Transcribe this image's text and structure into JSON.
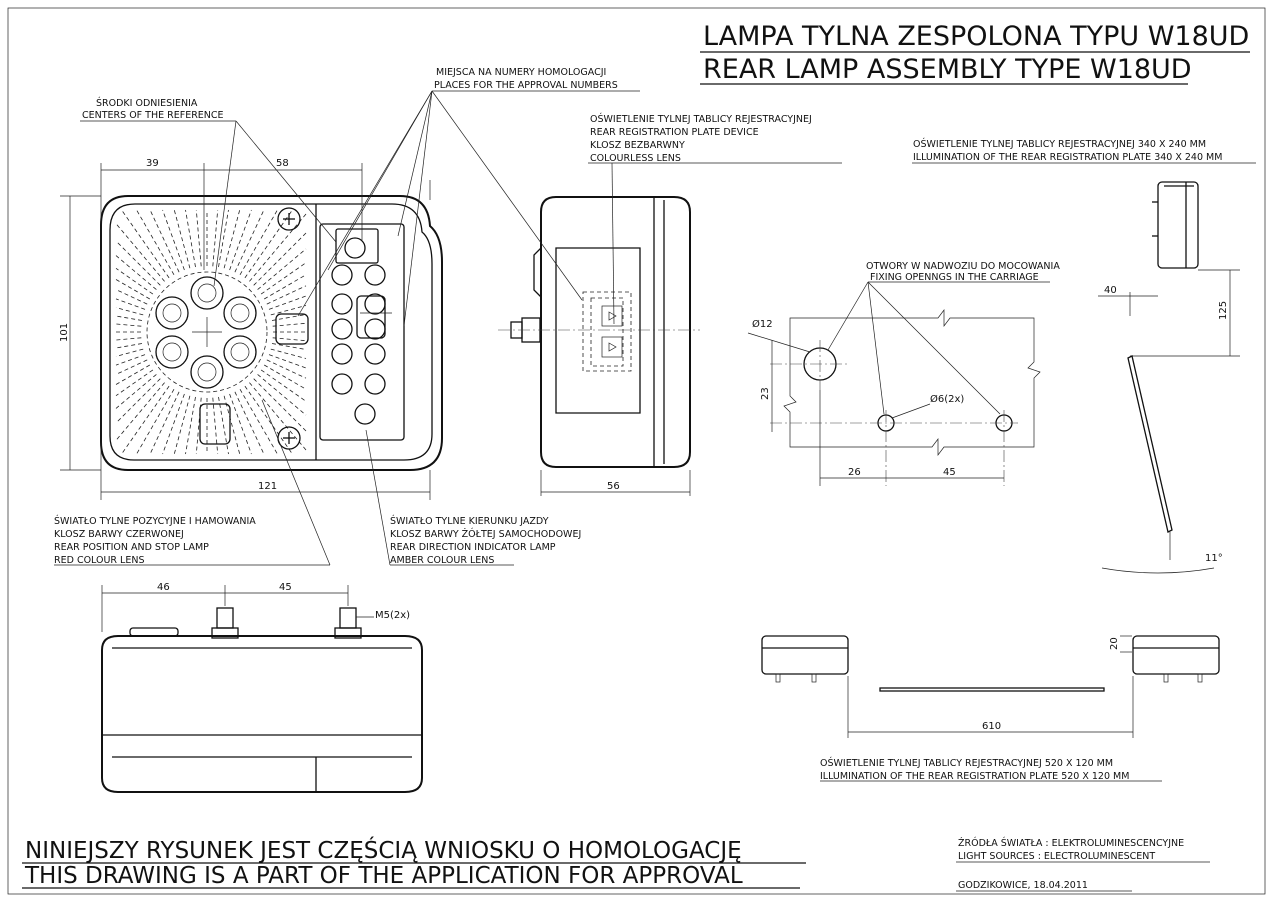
{
  "title": {
    "line1": "LAMPA TYLNA ZESPOLONA TYPU W18UD",
    "line2": "REAR LAMP ASSEMBLY TYPE W18UD"
  },
  "footer": {
    "line1": "NINIEJSZY RYSUNEK JEST CZĘŚCIĄ WNIOSKU O  HOMOLOGACJĘ",
    "line2": "THIS DRAWING IS A PART OF THE APPLICATION FOR  APPROVAL"
  },
  "light_sources": {
    "line1": "ŹRÓDŁA ŚWIATŁA : ELEKTROLUMINESCENCYJNE",
    "line2": "LIGHT SOURCES : ELECTROLUMINESCENT"
  },
  "place_date": "GODZIKOWICE,  18.04.2011",
  "labels": {
    "reference_centers": [
      "ŚRODKI ODNIESIENIA",
      "CENTERS OF THE REFERENCE"
    ],
    "approval_places": [
      "MIEJSCA NA NUMERY HOMOLOGACJI",
      "PLACES FOR THE APPROVAL NUMBERS"
    ],
    "registration_device": [
      "OŚWIETLENIE TYLNEJ TABLICY REJESTRACYJNEJ",
      "REAR REGISTRATION PLATE DEVICE",
      "KLOSZ BEZBARWNY",
      "COLOURLESS LENS"
    ],
    "plate_340": [
      "OŚWIETLENIE TYLNEJ TABLICY REJESTRACYJNEJ 340 X 240 MM",
      "ILLUMINATION OF THE REAR REGISTRATION PLATE 340 X 240 MM"
    ],
    "fixing_openings": [
      "OTWORY W NADWOZIU DO MOCOWANIA",
      "FIXING OPENNGS IN THE CARRIAGE"
    ],
    "position_stop": [
      "ŚWIATŁO TYLNE POZYCYJNE I HAMOWANIA",
      "KLOSZ BARWY CZERWONEJ",
      "REAR POSITION AND STOP LAMP",
      "RED COLOUR LENS"
    ],
    "direction_indicator": [
      "ŚWIATŁO TYLNE KIERUNKU JAZDY",
      "KLOSZ BARWY ŻÓŁTEJ SAMOCHODOWEJ",
      "REAR DIRECTION INDICATOR LAMP",
      "AMBER COLOUR LENS"
    ],
    "plate_520": [
      "OŚWIETLENIE TYLNEJ TABLICY REJESTRACYJNEJ 520 X 120 MM",
      "ILLUMINATION OF THE REAR REGISTRATION PLATE 520 X 120 MM"
    ]
  },
  "dimensions": {
    "d39": "39",
    "d58": "58",
    "d101": "101",
    "d121": "121",
    "d56": "56",
    "d46": "46",
    "d45_top": "45",
    "thread": "M5(2x)",
    "hole_big": "Ø12",
    "hole_small": "Ø6(2x)",
    "d23": "23",
    "d26": "26",
    "d45_holes": "45",
    "d40": "40",
    "d125": "125",
    "angle": "11°",
    "d20": "20",
    "d610": "610"
  }
}
